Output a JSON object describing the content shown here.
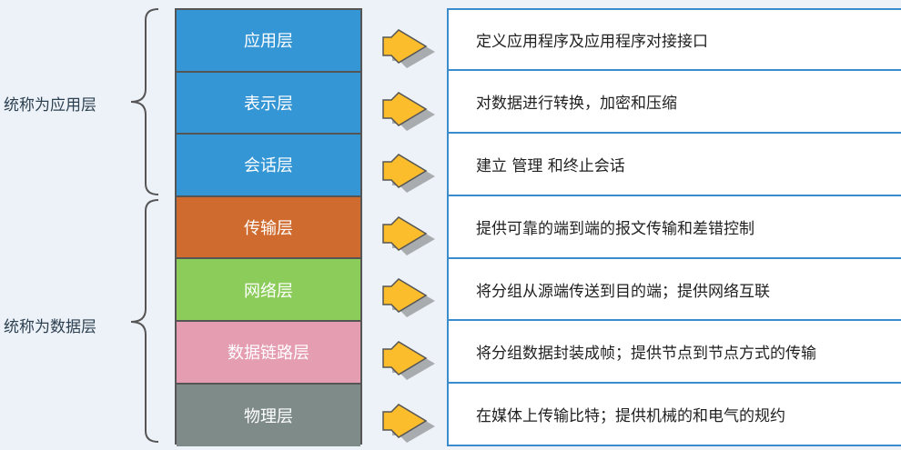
{
  "groups": [
    {
      "label": "统称为应用层"
    },
    {
      "label": "统称为数据层"
    }
  ],
  "layers": [
    {
      "name": "应用层",
      "color": "#3596d5",
      "desc": "定义应用程序及应用程序对接接口"
    },
    {
      "name": "表示层",
      "color": "#3596d5",
      "desc": "对数据进行转换，加密和压缩"
    },
    {
      "name": "会话层",
      "color": "#3596d5",
      "desc": "建立 管理 和终止会话"
    },
    {
      "name": "传输层",
      "color": "#d06b2f",
      "desc": "提供可靠的端到端的报文传输和差错控制"
    },
    {
      "name": "网络层",
      "color": "#8ccc5b",
      "desc": "将分组从源端传送到目的端；提供网络互联"
    },
    {
      "name": "数据链路层",
      "color": "#e59db1",
      "desc": "将分组数据封装成帧；提供节点到节点方式的传输"
    },
    {
      "name": "物理层",
      "color": "#7f8b89",
      "desc": "在媒体上传输比特；提供机械的和电气的规约"
    }
  ],
  "arrow_color": "#fbbd2c"
}
